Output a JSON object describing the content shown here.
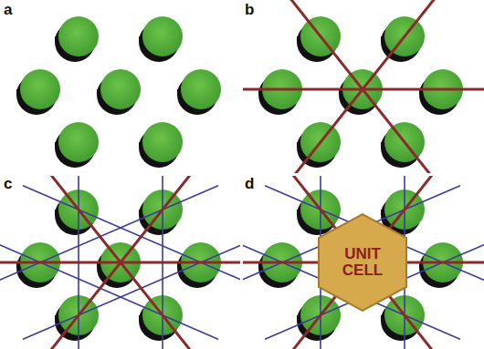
{
  "diagram": {
    "nodes": [
      {
        "text": [
          "UNIT CELL"
        ]
      }
    ],
    "labels": [
      "a",
      "b",
      "c",
      "d"
    ]
  }
}
